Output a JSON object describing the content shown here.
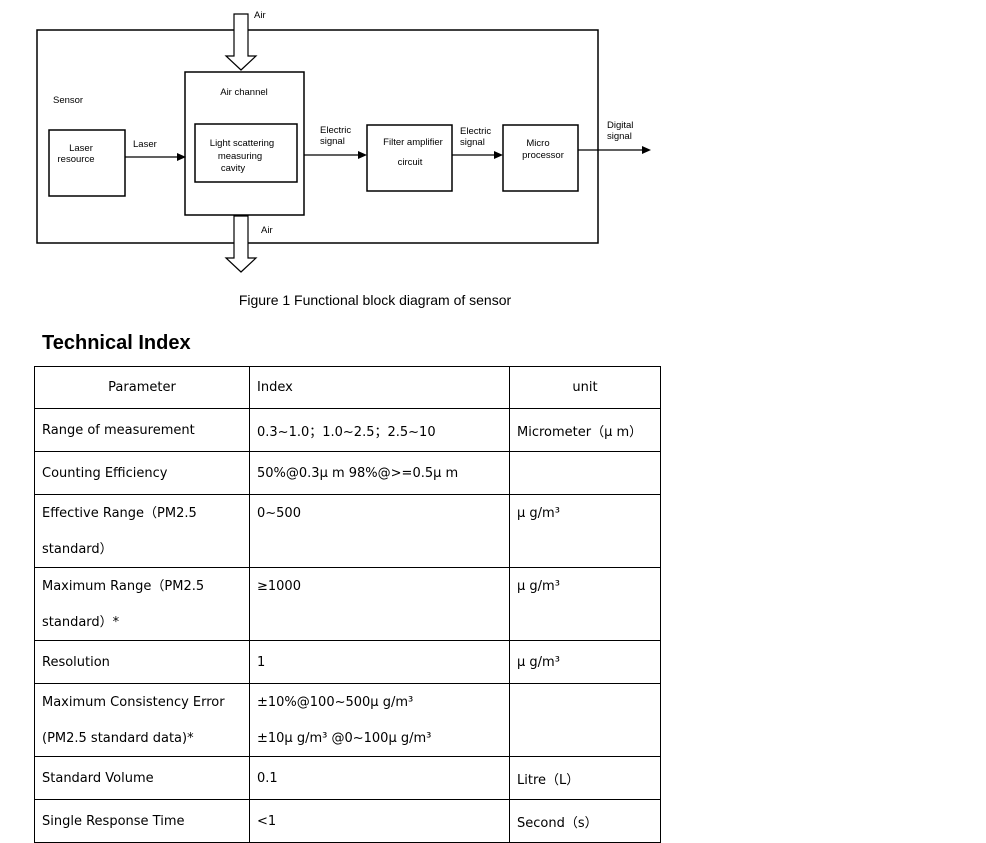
{
  "diagram": {
    "sensor_label": "Sensor",
    "air_in": "Air",
    "air_out": "Air",
    "air_channel": "Air channel",
    "laser_resource": [
      "Laser",
      "resource"
    ],
    "laser": "Laser",
    "cavity": [
      "Light scattering",
      "measuring",
      "cavity"
    ],
    "electric_signal_1": [
      "Electric",
      "signal"
    ],
    "filter": [
      "Filter amplifier",
      "circuit"
    ],
    "electric_signal_2": [
      "Electric",
      "signal"
    ],
    "micro": [
      "Micro",
      "processor"
    ],
    "digital_signal": [
      "Digital",
      "signal"
    ]
  },
  "caption": "Figure 1 Functional block diagram of sensor",
  "heading": "Technical Index",
  "table": {
    "headers": [
      "Parameter",
      "Index",
      "unit"
    ],
    "rows": [
      {
        "p": [
          "Range of measurement"
        ],
        "i": [
          "0.3~1.0；1.0~2.5；2.5~10"
        ],
        "u": "Micrometer（μ m）"
      },
      {
        "p": [
          "Counting Efficiency"
        ],
        "i": [
          "50%@0.3μ m     98%@>=0.5μ m"
        ],
        "u": ""
      },
      {
        "p": [
          "Effective Range（PM2.5",
          "standard）"
        ],
        "i": [
          "0~500"
        ],
        "u": "μ g/m³"
      },
      {
        "p": [
          "Maximum Range（PM2.5",
          "standard）*"
        ],
        "i": [
          "≥1000"
        ],
        "u": "μ g/m³"
      },
      {
        "p": [
          "Resolution"
        ],
        "i": [
          "1"
        ],
        "u": "μ g/m³"
      },
      {
        "p": [
          "Maximum Consistency Error",
          "(PM2.5 standard data)*"
        ],
        "i": [
          "±10%@100~500μ g/m³",
          "±10μ g/m³ @0~100μ g/m³"
        ],
        "u": ""
      },
      {
        "p": [
          "Standard Volume"
        ],
        "i": [
          "0.1"
        ],
        "u": "Litre（L）"
      },
      {
        "p": [
          "Single Response Time"
        ],
        "i": [
          "<1"
        ],
        "u": "Second（s）"
      }
    ]
  }
}
